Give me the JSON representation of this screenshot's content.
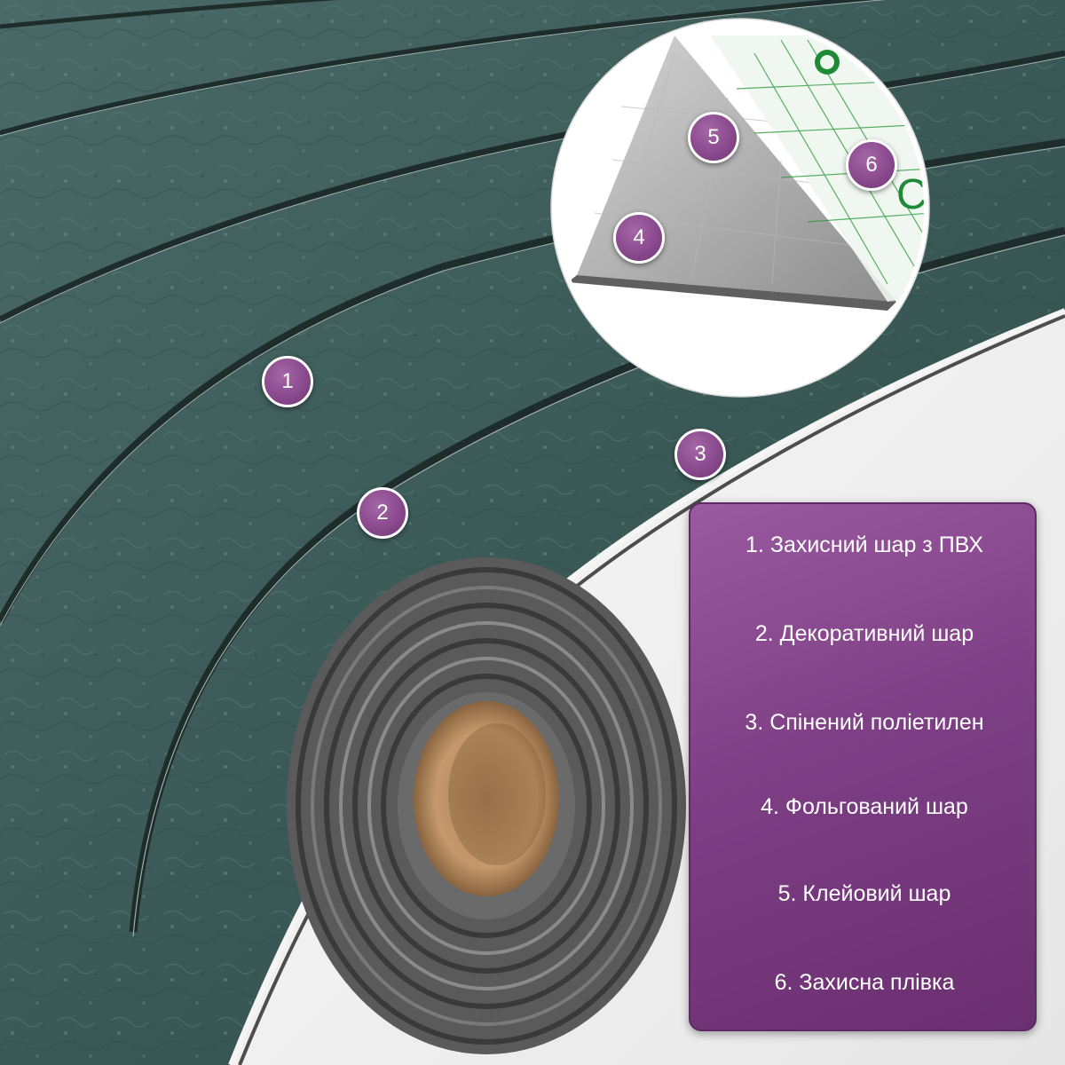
{
  "markers": [
    "1",
    "2",
    "3",
    "4",
    "5",
    "6"
  ],
  "legend": {
    "items": [
      "1. Захисний шар з ПВХ",
      "2. Декоративний шар",
      "3. Спінений поліетилен",
      "4. Фольгований шар",
      "5. Клейовий шар",
      "6. Захисна плівка"
    ]
  },
  "colors": {
    "panel_green": "#3a5a57",
    "accent_purple": "#8a4a8e",
    "foil_gray": "#a9a9a9"
  }
}
